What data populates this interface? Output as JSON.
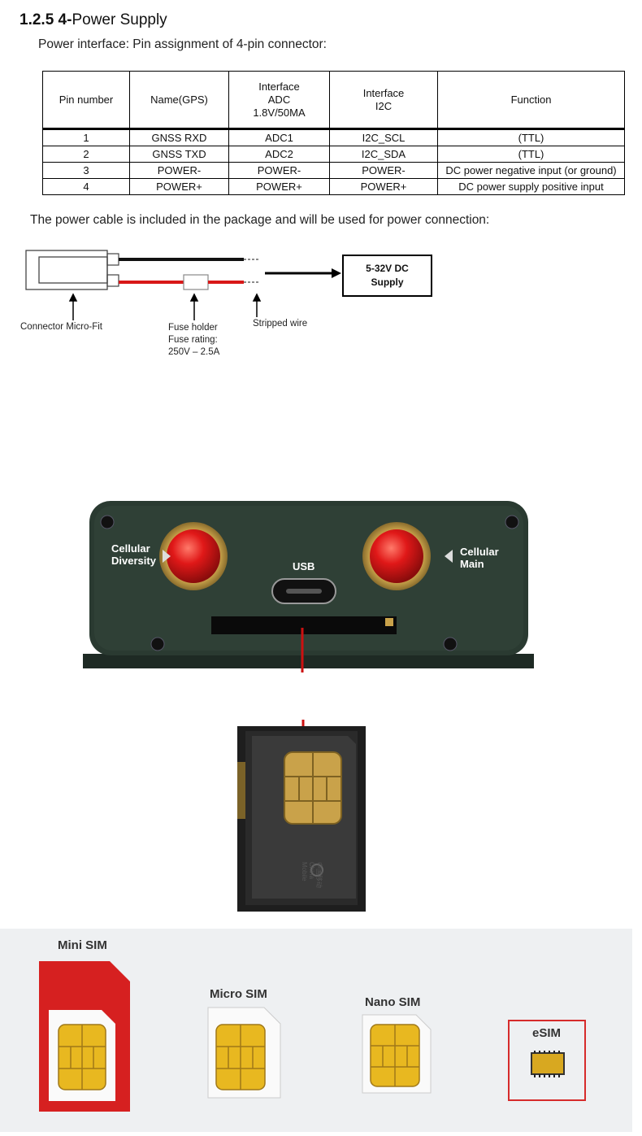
{
  "section": {
    "number": "1.2.5",
    "title_bold": "4-",
    "title_rest": "Power Supply"
  },
  "subtitle": "Power interface: Pin assignment of 4-pin connector:",
  "table": {
    "headers": [
      [
        "Pin number"
      ],
      [
        "Name(GPS)"
      ],
      [
        "Interface",
        "ADC",
        "1.8V/50MA"
      ],
      [
        "Interface",
        "I2C"
      ],
      [
        "Function"
      ]
    ],
    "rows": [
      [
        "1",
        "GNSS RXD",
        "ADC1",
        "I2C_SCL",
        "(TTL)"
      ],
      [
        "2",
        "GNSS TXD",
        "ADC2",
        "I2C_SDA",
        "(TTL)"
      ],
      [
        "3",
        "POWER-",
        "POWER-",
        "POWER-",
        "DC power negative input (or ground)"
      ],
      [
        "4",
        "POWER+",
        "POWER+",
        "POWER+",
        "DC power supply positive input"
      ]
    ]
  },
  "cable_note": "The power cable is included in the package and will be used for power connection:",
  "diagram": {
    "supply_line1": "5-32V DC",
    "supply_line2": "Supply",
    "connector_caption": "Connector Micro-Fit",
    "fuse_line1": "Fuse holder",
    "fuse_line2": "Fuse rating:",
    "fuse_line3": "250V – 2.5A",
    "stripped_caption": "Stripped wire"
  },
  "device": {
    "left_label_1": "Cellular",
    "left_label_2": "Diversity",
    "usb_label": "USB",
    "right_label_1": "Cellular",
    "right_label_2": "Main",
    "body_color": "#24332b",
    "antenna_color": "#e01818"
  },
  "tray": {
    "chip_text": "中国移动",
    "brand_text": "China Mobile"
  },
  "sim_types": {
    "mini": "Mini SIM",
    "micro": "Micro SIM",
    "nano": "Nano SIM",
    "esim": "eSIM",
    "highlight_color": "#d62b2b"
  }
}
